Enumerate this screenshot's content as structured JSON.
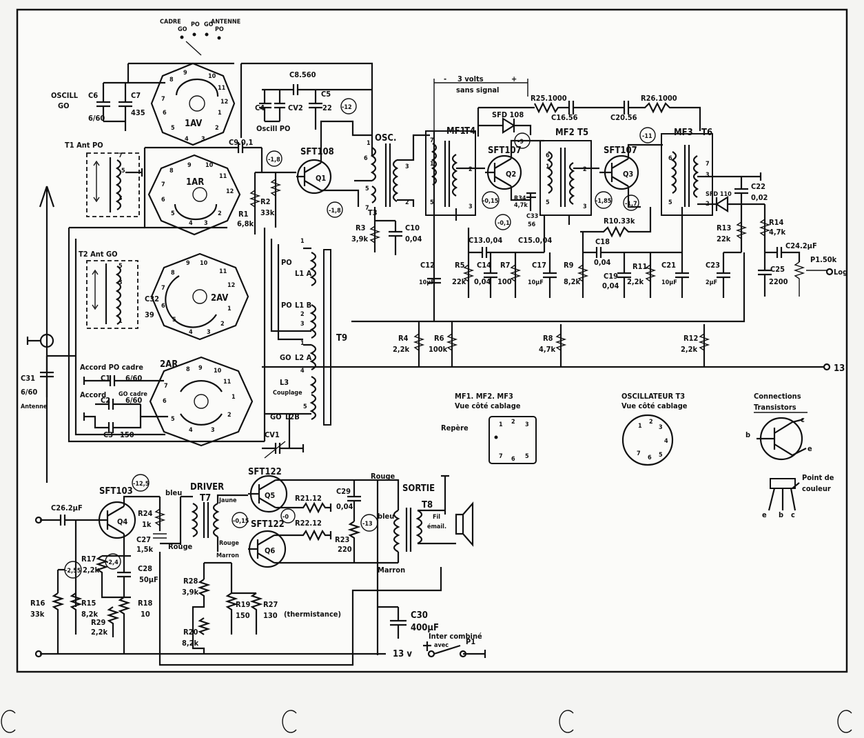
{
  "switch": {
    "header": [
      "CADRE",
      "ANTENNE"
    ],
    "contacts": [
      "GO",
      "PO",
      "GO",
      "PO"
    ],
    "wafers": [
      "1AV",
      "1AR",
      "2AV",
      "2AR"
    ],
    "pins": [
      "1",
      "2",
      "3",
      "4",
      "5",
      "6",
      "7",
      "8",
      "9",
      "10",
      "11",
      "12"
    ]
  },
  "osc_section": {
    "oscill_go": [
      "OSCILL",
      "GO"
    ],
    "c6": [
      "C6",
      "6/60"
    ],
    "c7": [
      "C7",
      "435"
    ],
    "c8": "C8.560",
    "c5": [
      "C5",
      "22"
    ],
    "c4": "C4",
    "cv2": "CV2",
    "oscill_po": "Oscill PO",
    "c9": "C9.0,1"
  },
  "antenna": {
    "t1": "T1 Ant PO",
    "t2": "T2 Ant GO",
    "c32": [
      "C32",
      "39"
    ],
    "c31": [
      "C31",
      "6/60",
      "Antenne"
    ],
    "accord_po": "Accord PO cadre",
    "accord_go": "Accord",
    "go_cadre": "GO cadre",
    "c1": [
      "C1",
      "6/60"
    ],
    "c2": [
      "C2",
      "6/60"
    ],
    "c3": [
      "C3",
      "150"
    ]
  },
  "t9": {
    "name": "T9",
    "l1a": "L1 A",
    "l1b": "L1 B",
    "l2a": "L2 A",
    "l2b": "L2B",
    "l3": "L3",
    "couplage": "Couplage",
    "po": "PO",
    "go": "GO",
    "cv1": "CV1",
    "pins": [
      "1",
      "2",
      "3",
      "1",
      "4",
      "5"
    ]
  },
  "rf": {
    "q1": [
      "SFT108",
      "Q1"
    ],
    "r1": [
      "R1",
      "6,8k"
    ],
    "r2": [
      "R2",
      "33k"
    ],
    "v_q1b": "-1,8",
    "v_q1e": "-1,8",
    "v_q1c": "-12",
    "osc": "OSC.",
    "t3": "T3",
    "r3": [
      "R3",
      "3,9k"
    ],
    "c10": [
      "C10",
      "0,04"
    ]
  },
  "if_chain": {
    "three_volts": "3 volts",
    "sans_signal": "sans signal",
    "minus": "-",
    "plus": "+",
    "r25": "R25.1000",
    "c16": "C16.56",
    "c20": "C20.56",
    "r26": "R26.1000",
    "sfd108": "SFD 108",
    "mf1": "MF1",
    "t4": "T4",
    "mf2": "MF2",
    "t5": "T5",
    "mf3": "MF3",
    "t6": "T6",
    "q2": [
      "SFT107",
      "Q2"
    ],
    "q3": [
      "SFT107",
      "Q3"
    ],
    "v_q2c": "-9",
    "v_q2e": "-0,15",
    "v_q2b": "-0,1",
    "v_q3c": "-11",
    "v_q3e": "-1,85",
    "v_q3b": "-1,7",
    "r34": [
      "R34",
      "4,7k"
    ],
    "c33": [
      "C33",
      "56"
    ],
    "r10": "R10.33k",
    "c13": "C13.0,04",
    "c15": "C15.0,04",
    "c18": [
      "C18",
      "0,04"
    ],
    "sfd110": "SFD 110",
    "c22": [
      "C22",
      "0,02"
    ],
    "r13": [
      "R13",
      "22k"
    ],
    "r14": [
      "R14",
      "4,7k"
    ],
    "c24": "C24.2µF",
    "c25": [
      "C25",
      "2200"
    ],
    "p1": [
      "P1.50k",
      "Log"
    ],
    "c12": [
      "C12",
      "10µF"
    ],
    "r5": [
      "R5",
      "22k"
    ],
    "c14": [
      "C14",
      "0,04"
    ],
    "r7": [
      "R7",
      "100"
    ],
    "c17": [
      "C17",
      "10µF"
    ],
    "r9": [
      "R9",
      "8,2k"
    ],
    "c19": [
      "C19",
      "0,04"
    ],
    "r11": [
      "R11",
      "2,2k"
    ],
    "c21": [
      "C21",
      "10µF"
    ],
    "c23": [
      "C23",
      "2µF"
    ],
    "r4": [
      "R4",
      "2,2k"
    ],
    "r6": [
      "R6",
      "100k"
    ],
    "r8": [
      "R8",
      "4,7k"
    ],
    "r12": [
      "R12",
      "2,2k"
    ],
    "node13": "13"
  },
  "views": {
    "mf_title": "MF1. MF2. MF3",
    "mf_sub": "Vue côté cablage",
    "repere": "Repère",
    "osc_title": "OSCILLATEUR T3",
    "osc_sub": "Vue côté cablage",
    "conn_title": [
      "Connections",
      "Transistors"
    ],
    "pins": [
      "b",
      "c",
      "e"
    ],
    "point": [
      "Point de",
      "couleur"
    ],
    "legs": [
      "e",
      "b",
      "c"
    ]
  },
  "audio": {
    "q4": [
      "SFT103",
      "Q4"
    ],
    "v_q4c": "-12,5",
    "c26": "C26.2µF",
    "r24": [
      "R24",
      "1k"
    ],
    "c27": [
      "C27",
      "1,5k"
    ],
    "bleu": "bleu",
    "rouge": "Rouge",
    "driver": [
      "DRIVER",
      "T7"
    ],
    "jaune": "Jaune",
    "rouge2": "Rouge",
    "marron": "Marron",
    "v_q5b": "-0,15",
    "q5": [
      "SFT122",
      "Q5"
    ],
    "q6": [
      "SFT122",
      "Q6"
    ],
    "v_q6": "-0",
    "r21": "R21.12",
    "r22": "R22.12",
    "c29": [
      "C29",
      "0,04"
    ],
    "r23": [
      "R23",
      "220"
    ],
    "v_out": "-13",
    "sortie": [
      "SORTIE",
      "T8"
    ],
    "rouge3": "Rouge",
    "bleu2": "bleu",
    "marron2": "Marron",
    "fil": [
      "Fil",
      "émail."
    ],
    "v_q4e": "-2,4",
    "v_r16": "-2,55",
    "r17": [
      "R17",
      "2,2k"
    ],
    "c28": [
      "C28",
      "50µF"
    ],
    "r18": [
      "R18",
      "10"
    ],
    "r29": [
      "R29",
      "2,2k"
    ],
    "r15": [
      "R15",
      "8,2k"
    ],
    "r16": [
      "R16",
      "33k"
    ],
    "r28": [
      "R28",
      "3,9k"
    ],
    "r20": [
      "R20",
      "8,2k"
    ],
    "r19": [
      "R19",
      "150"
    ],
    "r27": [
      "R27",
      "130",
      "(thermistance)"
    ],
    "c30": [
      "C30",
      "400µF"
    ],
    "supply": "13 v",
    "inter": [
      "Inter combiné",
      "avec",
      "P1"
    ]
  }
}
